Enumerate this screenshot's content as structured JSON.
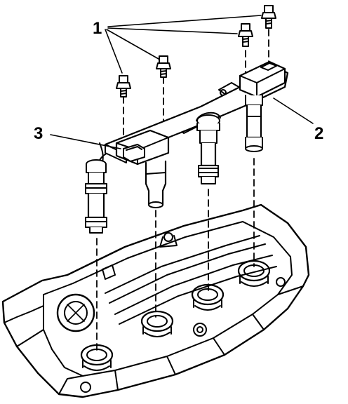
{
  "callouts": {
    "c1": "1",
    "c2": "2",
    "c3": "3"
  }
}
